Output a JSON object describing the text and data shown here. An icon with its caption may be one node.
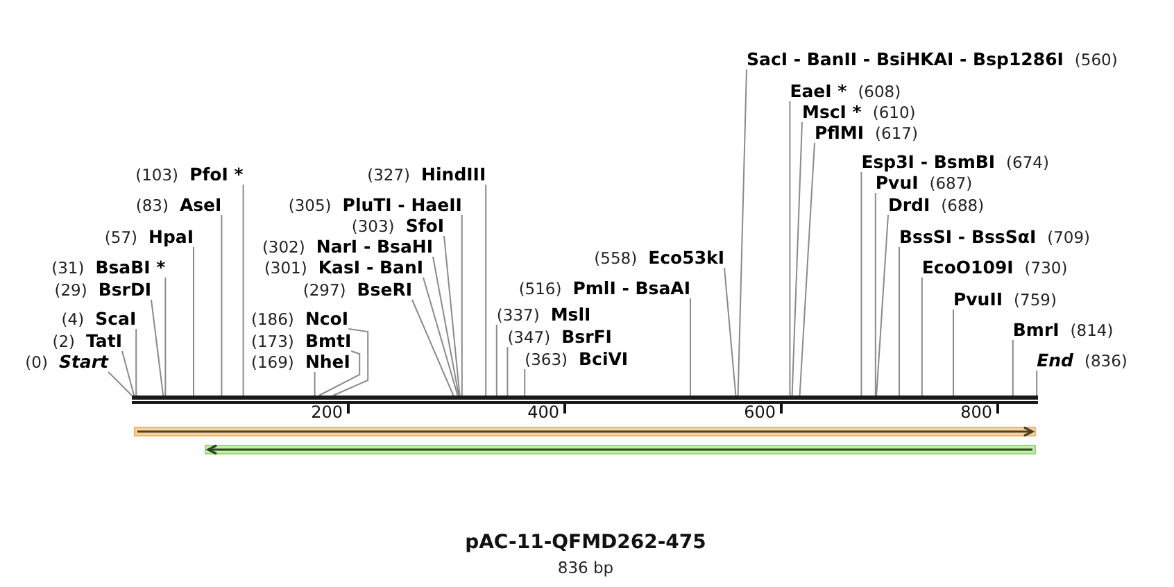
{
  "diagram": {
    "title": "pAC-11-QFMD262-475",
    "nodes": [
      {
        "text": [
          "(0)",
          "Start"
        ]
      },
      {
        "text": [
          "(2)",
          "TatI"
        ]
      },
      {
        "text": [
          "(4)",
          "ScaI"
        ]
      },
      {
        "text": [
          "(29)",
          "BsrDI"
        ]
      },
      {
        "text": [
          "(31)",
          "BsaBI *"
        ]
      },
      {
        "text": [
          "(57)",
          "HpaI"
        ]
      },
      {
        "text": [
          "(83)",
          "AseI"
        ]
      },
      {
        "text": [
          "(103)",
          "PfoI *"
        ]
      },
      {
        "text": [
          "(169)",
          "NheI"
        ]
      },
      {
        "text": [
          "(173)",
          "BmtI"
        ]
      },
      {
        "text": [
          "(186)",
          "NcoI"
        ]
      },
      {
        "text": [
          "(297)",
          "BseRI"
        ]
      },
      {
        "text": [
          "(301)",
          "KasI - BanI"
        ]
      },
      {
        "text": [
          "(302)",
          "NarI - BsaHI"
        ]
      },
      {
        "text": [
          "(303)",
          "SfoI"
        ]
      },
      {
        "text": [
          "(305)",
          "PluTI - HaeII"
        ]
      },
      {
        "text": [
          "(327)",
          "HindIII"
        ]
      },
      {
        "text": [
          "(337)",
          "MslI"
        ]
      },
      {
        "text": [
          "(347)",
          "BsrFI"
        ]
      },
      {
        "text": [
          "(363)",
          "BciVI"
        ]
      },
      {
        "text": [
          "(516)",
          "PmlI - BsaAI"
        ]
      },
      {
        "text": [
          "(558)",
          "Eco53kI"
        ]
      },
      {
        "text": [
          "SacI - BanII - BsiHKAI - Bsp1286I",
          "(560)"
        ]
      },
      {
        "text": [
          "EaeI *",
          "(608)"
        ]
      },
      {
        "text": [
          "MscI *",
          "(610)"
        ]
      },
      {
        "text": [
          "PflMI",
          "(617)"
        ]
      },
      {
        "text": [
          "Esp3I - BsmBI",
          "(674)"
        ]
      },
      {
        "text": [
          "PvuI",
          "(687)"
        ]
      },
      {
        "text": [
          "DrdI",
          "(688)"
        ]
      },
      {
        "text": [
          "BssSI - BssSαI",
          "(709)"
        ]
      },
      {
        "text": [
          "EcoO109I",
          "(730)"
        ]
      },
      {
        "text": [
          "PvuII",
          "(759)"
        ]
      },
      {
        "text": [
          "BmrI",
          "(814)"
        ]
      },
      {
        "text": [
          "End",
          "(836)"
        ]
      },
      {
        "text": [],
        "shape": "bar"
      }
    ],
    "edges": [
      {
        "from": 0,
        "to": 34,
        "arrow": "none"
      },
      {
        "from": 1,
        "to": 34,
        "arrow": "none"
      },
      {
        "from": 2,
        "to": 34,
        "arrow": "none"
      },
      {
        "from": 3,
        "to": 34,
        "arrow": "none"
      },
      {
        "from": 4,
        "to": 34,
        "arrow": "none"
      },
      {
        "from": 5,
        "to": 34,
        "arrow": "none"
      },
      {
        "from": 6,
        "to": 34,
        "arrow": "none"
      },
      {
        "from": 7,
        "to": 34,
        "arrow": "none"
      },
      {
        "from": 8,
        "to": 34,
        "arrow": "none"
      },
      {
        "from": 9,
        "to": 34,
        "arrow": "none"
      },
      {
        "from": 10,
        "to": 34,
        "arrow": "none"
      },
      {
        "from": 11,
        "to": 34,
        "arrow": "none"
      },
      {
        "from": 12,
        "to": 34,
        "arrow": "none"
      },
      {
        "from": 13,
        "to": 34,
        "arrow": "none"
      },
      {
        "from": 14,
        "to": 34,
        "arrow": "none"
      },
      {
        "from": 15,
        "to": 34,
        "arrow": "none"
      },
      {
        "from": 16,
        "to": 34,
        "arrow": "none"
      },
      {
        "from": 17,
        "to": 34,
        "arrow": "none"
      },
      {
        "from": 18,
        "to": 34,
        "arrow": "none"
      },
      {
        "from": 19,
        "to": 34,
        "arrow": "none"
      },
      {
        "from": 20,
        "to": 34,
        "arrow": "none"
      },
      {
        "from": 21,
        "to": 34,
        "arrow": "none"
      },
      {
        "from": 22,
        "to": 34,
        "arrow": "none"
      },
      {
        "from": 23,
        "to": 34,
        "arrow": "none"
      },
      {
        "from": 24,
        "to": 34,
        "arrow": "none"
      },
      {
        "from": 25,
        "to": 34,
        "arrow": "none"
      },
      {
        "from": 26,
        "to": 34,
        "arrow": "none"
      },
      {
        "from": 27,
        "to": 34,
        "arrow": "none"
      },
      {
        "from": 28,
        "to": 34,
        "arrow": "none"
      },
      {
        "from": 29,
        "to": 34,
        "arrow": "none"
      },
      {
        "from": 30,
        "to": 34,
        "arrow": "none"
      },
      {
        "from": 31,
        "to": 34,
        "arrow": "none"
      },
      {
        "from": 32,
        "to": 34,
        "arrow": "none"
      },
      {
        "from": 33,
        "to": 34,
        "arrow": "none"
      }
    ],
    "labels": [
      "200",
      "400",
      "600",
      "800",
      "836 bp"
    ]
  }
}
